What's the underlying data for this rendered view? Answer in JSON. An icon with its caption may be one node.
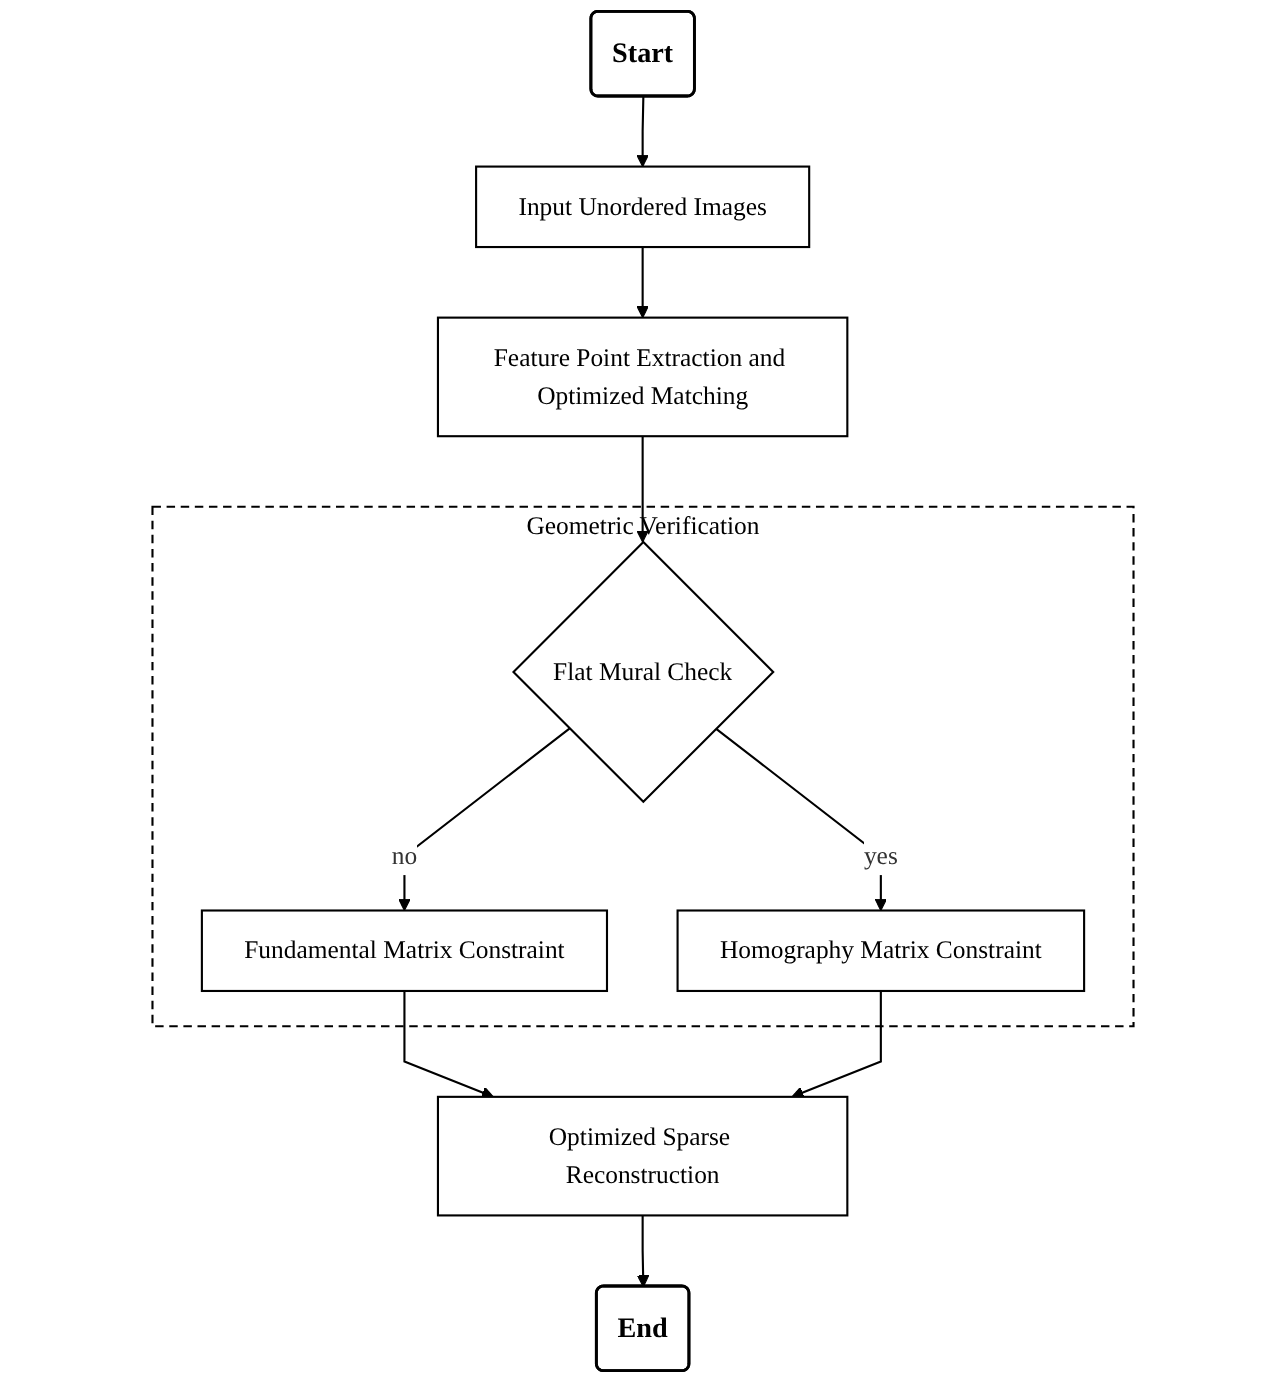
{
  "diagram": {
    "nodes": [
      {
        "text": [
          "Start"
        ]
      },
      {
        "text": [
          "Input Unordered Images"
        ]
      },
      {
        "text": [
          "Feature Point Extraction and Optimized Matching"
        ]
      },
      {
        "text": [
          "Geometric Verification"
        ]
      },
      {
        "text": [
          "Flat Mural Check"
        ],
        "in": 3
      },
      {
        "text": [
          "Fundamental Matrix Constraint"
        ],
        "in": 3
      },
      {
        "text": [
          "Homography Matrix Constraint"
        ],
        "in": 3
      },
      {
        "text": [
          "Optimized Sparse Reconstruction"
        ]
      },
      {
        "text": [
          "End"
        ]
      }
    ],
    "edges": [
      {
        "from": 0,
        "to": 1,
        "arrow": "to"
      },
      {
        "from": 1,
        "to": 2,
        "arrow": "to"
      },
      {
        "from": 2,
        "to": 4,
        "arrow": "to"
      },
      {
        "from": 4,
        "to": 5,
        "label": "no",
        "arrow": "to"
      },
      {
        "from": 4,
        "to": 6,
        "label": "yes",
        "arrow": "to"
      },
      {
        "from": 5,
        "to": 7,
        "arrow": "to"
      },
      {
        "from": 6,
        "to": 7,
        "arrow": "to"
      },
      {
        "from": 7,
        "to": 8,
        "arrow": "to"
      }
    ]
  }
}
